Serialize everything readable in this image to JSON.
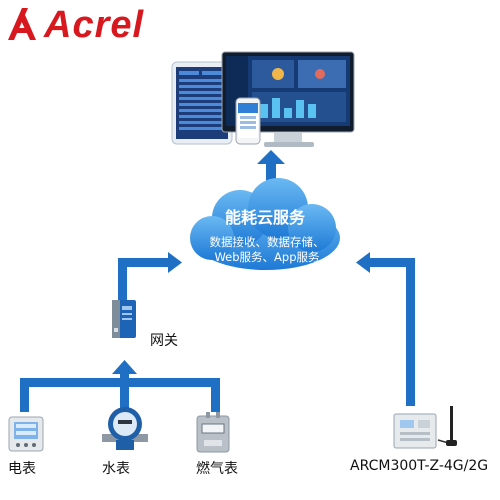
{
  "header": {
    "brand_name": "Acrel"
  },
  "cloud": {
    "title": "能耗云服务",
    "line1": "数据接收、数据存储、",
    "line2": "Web服务、App服务"
  },
  "gateway": {
    "label": "网关"
  },
  "devices": {
    "electric_meter": "电表",
    "water_meter": "水表",
    "gas_meter": "燃气表",
    "arcm_device": "ARCM300T-Z-4G/2G"
  },
  "colors": {
    "brand_red": "#d7181f",
    "flow_blue": "#1f6fc4",
    "cloud_blue": "#2f8fe0"
  }
}
